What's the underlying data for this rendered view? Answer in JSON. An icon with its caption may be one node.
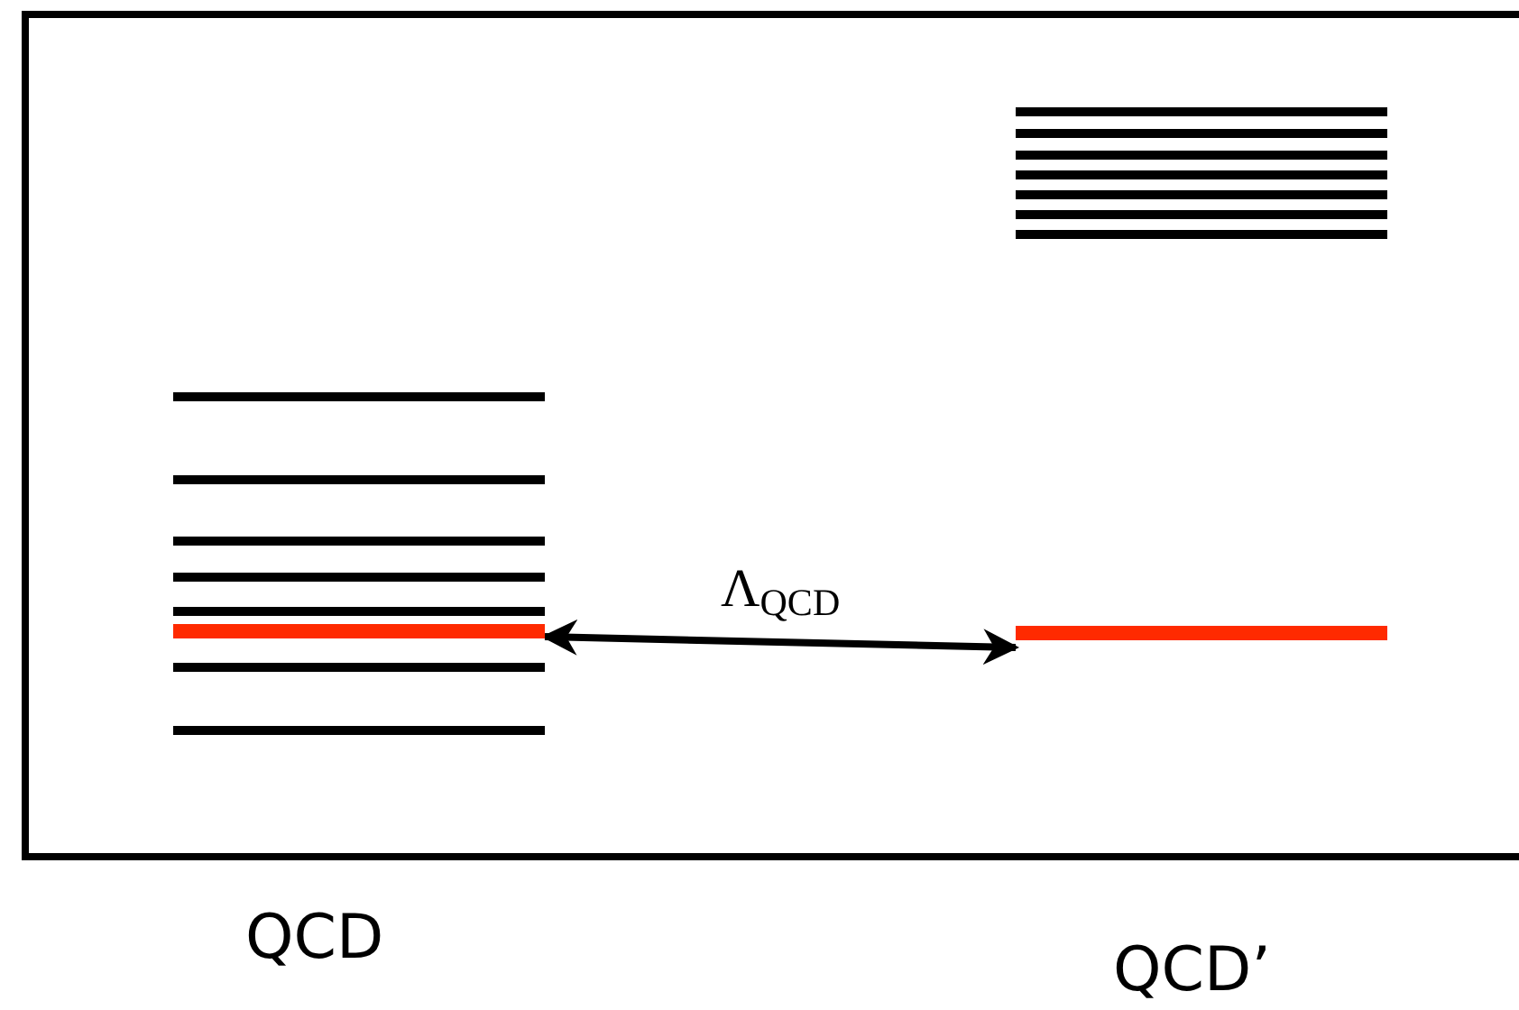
{
  "diagram": {
    "nodes": [
      {
        "text": [],
        "shape": "bar"
      },
      {
        "text": [],
        "shape": "bar"
      }
    ],
    "edges": [
      {
        "from": 0,
        "to": 1,
        "arrow": "both",
        "label": "Λ$_{QCD}$"
      }
    ],
    "labels": [
      "QCD",
      "QCD’"
    ]
  }
}
